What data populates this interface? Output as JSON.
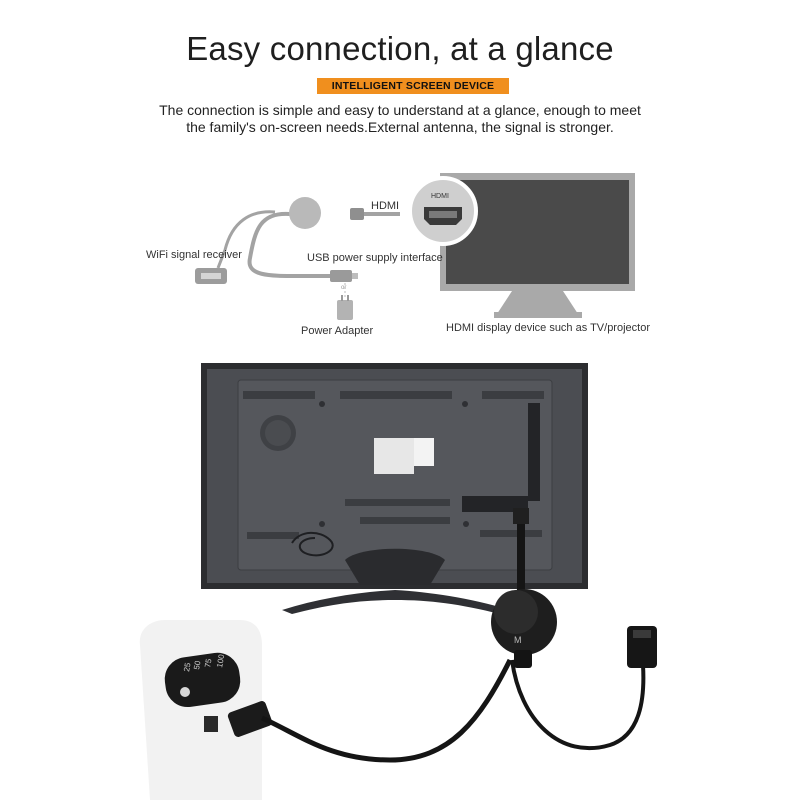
{
  "header": {
    "title": "Easy connection, at a glance",
    "badge": "INTELLIGENT SCREEN DEVICE",
    "description_line1": "The connection is simple and easy to understand at a glance, enough to meet",
    "description_line2": "the family's on-screen needs.External antenna, the signal is stronger."
  },
  "diagram": {
    "hdmi_label": "HDMI",
    "hdmi_port_label": "HDMI",
    "wifi_label": "WiFi signal receiver",
    "usb_label": "USB power supply interface",
    "or_label": "or",
    "adapter_label": "Power Adapter",
    "display_label": "HDMI display device such as TV/projector"
  },
  "photo": {
    "dongle_letter": "M",
    "powerbank_readout": [
      "100",
      "75",
      "50",
      "25"
    ]
  },
  "colors": {
    "accent": "#f08f1e",
    "diagram_gray": "#a6a6a6",
    "tv_body": "#4a4c50"
  }
}
